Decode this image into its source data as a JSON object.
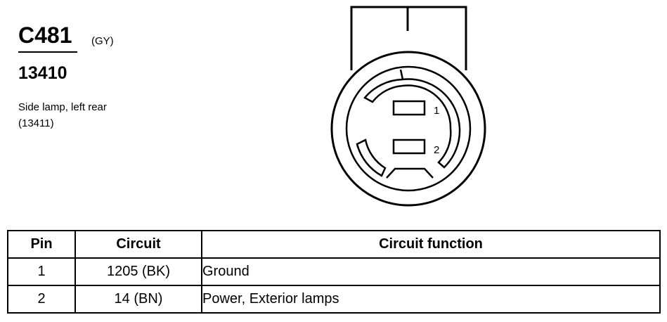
{
  "connector": {
    "id": "C481",
    "color": "(GY)",
    "part_number": "13410",
    "description_line1": "Side lamp, left rear",
    "description_line2": "(13411)"
  },
  "diagram": {
    "pin_labels": [
      "1",
      "2"
    ]
  },
  "table": {
    "headers": {
      "pin": "Pin",
      "circuit": "Circuit",
      "function": "Circuit function"
    },
    "rows": [
      {
        "pin": "1",
        "circuit": "1205 (BK)",
        "function": "Ground"
      },
      {
        "pin": "2",
        "circuit": "14 (BN)",
        "function": "Power, Exterior lamps"
      }
    ]
  }
}
